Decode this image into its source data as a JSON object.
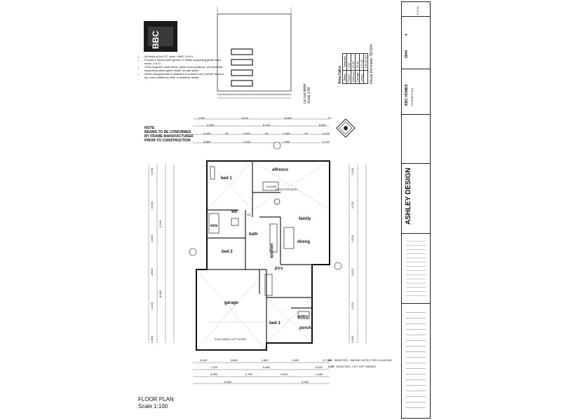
{
  "logo": {
    "text": "BBC"
  },
  "general_notes": [
    "All lintels to be F17 sizes, HWD, U.N.O.",
    "Provide 2 studs under girders or lintels supporting girder truss loads, U.N.O.",
    "Truss engineer shall check, girder truss positions, all loads and supporting studs (jamb studs) for slab pads.",
    "Where pergola/patio is attached to trussed roof, provide fascia & top chord stiffeners (refer to attached detail)."
  ],
  "cutout": {
    "title": "cut out detail",
    "scale": "Scale 1:50"
  },
  "area_calcs": {
    "title": "Area Calcs",
    "headers": [
      "Desc.",
      "Area m2"
    ],
    "rows": [
      [
        "Porch",
        "4.32"
      ],
      [
        "Alfresco",
        "16.06"
      ],
      [
        "Garage",
        "39.44"
      ],
      [
        "Living",
        "127.48"
      ],
      [
        "",
        "193.49 m2"
      ]
    ],
    "perimeter": "House Perimeter: 58.52m"
  },
  "beam_note": [
    "NOTE:",
    "BEAMS TO BE CONFIRMED",
    "BY FRAME MANUFACTURER",
    "PRIOR TO CONSTRUCTION"
  ],
  "rooms": {
    "bed1": "bed 1",
    "bed2": "bed 2",
    "bed3": "bed 3",
    "alfresco": "alfresco",
    "dining": "dining",
    "kitchen": "kitchen",
    "garage": "garage",
    "entry": "entry",
    "porch": "porch",
    "family": "family",
    "ens": "ens",
    "wir": "wir",
    "bath": "bath",
    "pty": "PTY"
  },
  "dims": {
    "top1": [
      "1,020",
      "4,920",
      "8,380",
      "70"
    ],
    "top2": [
      "4,335",
      "5,133",
      "8,687"
    ],
    "top3": [
      "3,240",
      "90",
      "1,000",
      "90",
      "2,180",
      "90",
      "4,120"
    ],
    "top4": [
      "3,880",
      "3,100",
      "1,900",
      "3,710"
    ],
    "bottom1": [
      "3,000",
      "3,880",
      "1,800",
      "1,800",
      "3,710"
    ],
    "bottom2": [
      "7,220",
      "8,880",
      "5,420"
    ],
    "bottom3": [
      "5,960",
      "2,700",
      "3,900",
      "1,480"
    ],
    "bottom4": [
      "6,840",
      "6,930"
    ],
    "left": [
      "2,860",
      "4,200",
      "4,600",
      "3,000",
      "6,600",
      "3,030"
    ],
    "left_total": [
      "5,140",
      "8,600"
    ],
    "right": [
      "3,490",
      "4,120",
      "3,410",
      "2,500",
      "3,120",
      "1,940"
    ]
  },
  "legend": [
    {
      "symbol": "SD",
      "text": "DENOTES - SMOKE DETECTOR LOCATION"
    },
    {
      "symbol": "LOH",
      "text": "DENOTES - LIFT OFF HINGES"
    }
  ],
  "floor_plan": {
    "title": "FLOOR PLAN",
    "scale": "Scale 1:100"
  },
  "title_block": {
    "company": "ASHLEY DESIGN",
    "client": "BBC HOMES",
    "plan_name": "FLOOR PLAN",
    "job_no": "0044",
    "sheet": "4",
    "of": "3 of 12"
  },
  "misc_labels": {
    "sd": "SD",
    "stacker": "DOOR STACKER",
    "garage_door": "2140 PANEL LIFT DOOR",
    "slider": "SLIDER"
  }
}
